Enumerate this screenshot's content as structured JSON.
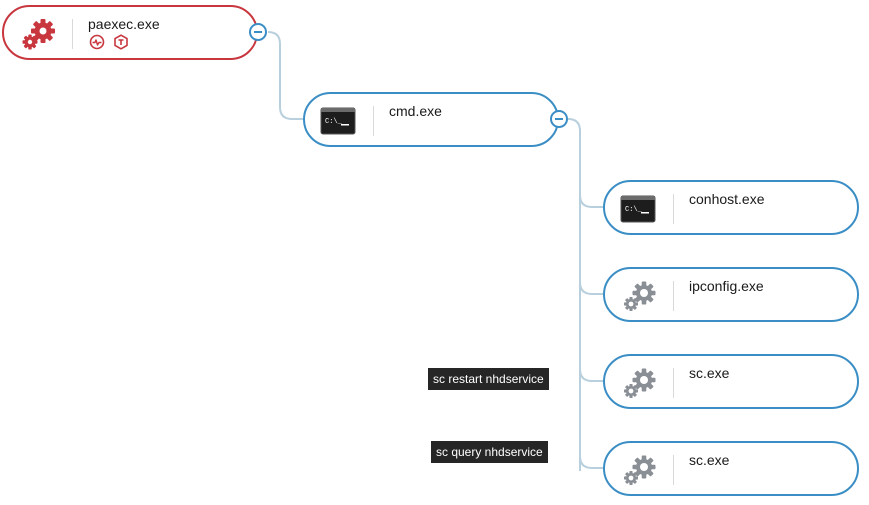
{
  "root": {
    "name": "paexec.exe",
    "icon": "gears-icon",
    "badges": [
      "network-activity-icon",
      "threat-indicator-icon"
    ]
  },
  "cmd": {
    "name": "cmd.exe",
    "icon": "terminal-icon"
  },
  "children": [
    {
      "name": "conhost.exe",
      "icon": "terminal-icon",
      "cmdline": ""
    },
    {
      "name": "ipconfig.exe",
      "icon": "gears-icon",
      "cmdline": ""
    },
    {
      "name": "sc.exe",
      "icon": "gears-icon",
      "cmdline": "sc restart nhdservice"
    },
    {
      "name": "sc.exe",
      "icon": "gears-icon",
      "cmdline": "sc query nhdservice"
    }
  ],
  "colors": {
    "root_border": "#c8363e",
    "node_border": "#3a8ec5",
    "connector": "#b8cfdd",
    "gear_gray": "#8a8f96",
    "cmdline_bg": "#262626"
  }
}
